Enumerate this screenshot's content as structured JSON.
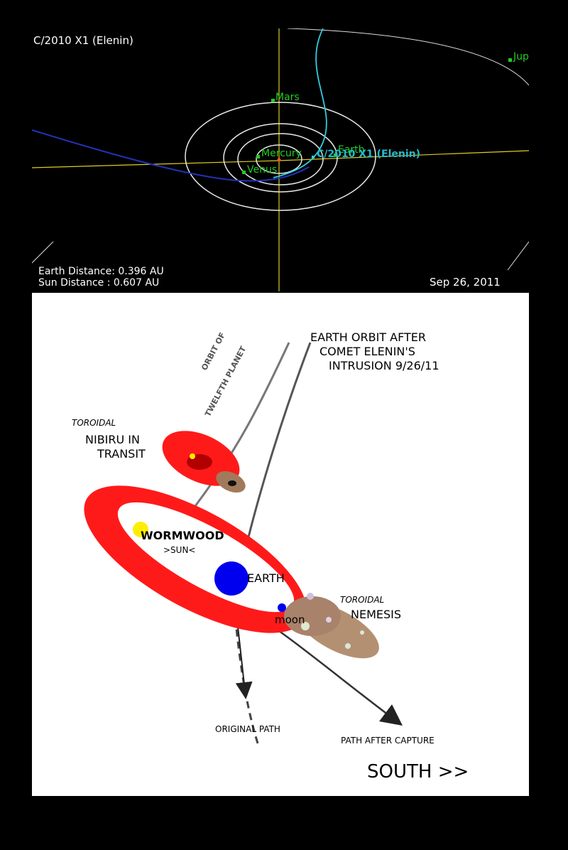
{
  "top": {
    "title": "C/2010 X1 (Elenin)",
    "planets": {
      "mars": "Mars",
      "mercury": "Mercury",
      "venus": "Venus",
      "earth": "Earth",
      "jupiter": "Jup"
    },
    "comet_label": "C/2010 X1 (Elenin)",
    "earth_distance": "Earth Distance: 0.396 AU",
    "sun_distance": "Sun Distance  : 0.607 AU",
    "date": "Sep 26, 2011",
    "colors": {
      "planet": "#22cc22",
      "comet_label": "#22bbcc",
      "comet_path": "#33ccdd",
      "earth_path": "#2233bb",
      "axis": "#ddcc22"
    }
  },
  "bottom": {
    "orbit_arc_label_1": "ORBIT OF",
    "orbit_arc_label_2": "TWELFTH PLANET",
    "earth_orbit_label_1": "EARTH ORBIT AFTER",
    "earth_orbit_label_2": "COMET ELENIN'S",
    "earth_orbit_label_3": "INTRUSION 9/26/11",
    "toroidal_1": "TOROIDAL",
    "nibiru_1": "NIBIRU IN",
    "nibiru_2": "TRANSIT",
    "wormwood": "WORMWOOD",
    "sun": ">SUN<",
    "earth": "EARTH",
    "toroidal_2": "TOROIDAL",
    "nemesis": "NEMESIS",
    "moon": "moon",
    "original_path": "ORIGINAL PATH",
    "path_after_capture": "PATH AFTER CAPTURE",
    "south": "SOUTH >>",
    "colors": {
      "ring": "#ff1a1a",
      "earth": "#0000ee",
      "sun": "#ffee00",
      "nemesis": "#b08a6a"
    }
  }
}
